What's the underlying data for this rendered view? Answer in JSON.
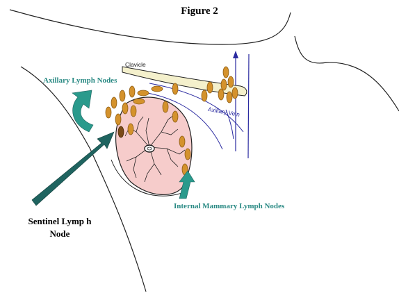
{
  "figure": {
    "title": "Figure 2"
  },
  "labels": {
    "axillary_nodes": "Axillary Lymph Nodes",
    "clavicle": "Clavicle",
    "axillary_vein": "Axillary Vein",
    "internal_mammary_nodes": "Internal Mammary Lymph Nodes",
    "sentinel_line1": "Sentinel Lymp h",
    "sentinel_line2": "Node"
  },
  "colors": {
    "node_fill": "#d4922c",
    "node_stroke": "#8a5a14",
    "sentinel_node": "#7a4a18",
    "breast_fill": "#f6cccb",
    "clavicle_fill": "#f4f0cc",
    "teal_arrow": "#2a9a8c",
    "dark_arrow": "#1f6460",
    "vein": "#2a2aa0",
    "outline": "#222222"
  },
  "icons": {
    "axillary_arrow": "curved-arrow-up-icon",
    "mammary_arrow": "curved-arrow-up-right-icon",
    "sentinel_pointer": "diagonal-arrow-icon"
  }
}
